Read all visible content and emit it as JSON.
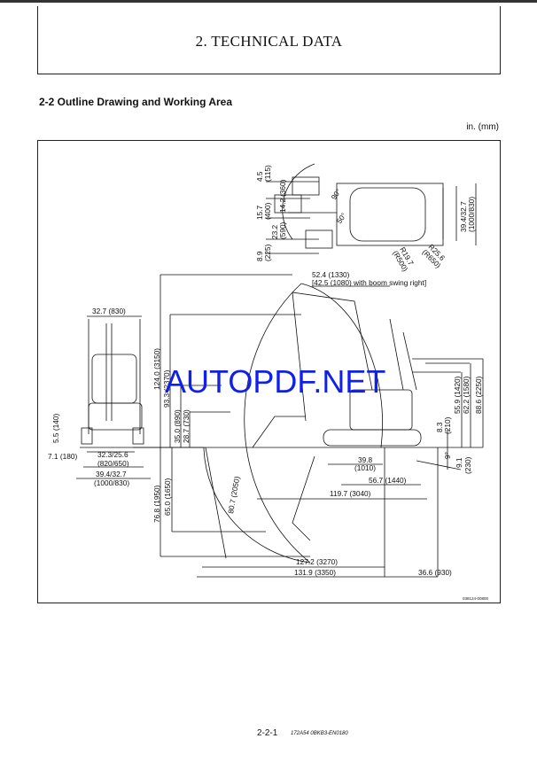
{
  "header": {
    "title": "2. TECHNICAL DATA"
  },
  "section": {
    "heading": "2-2  Outline Drawing and Working Area",
    "units": "in. (mm)"
  },
  "top_view": {
    "d1": "4.5",
    "d1_mm": "(115)",
    "d2": "15.7",
    "d2_mm": "(400)",
    "d3": "14.2",
    "d3_mm": "(360)",
    "d4": "23.2",
    "d4_mm": "(590)",
    "d5": "8.9",
    "d5_mm": "(225)",
    "width": "39.4/32.7",
    "width_mm": "(1000/830)",
    "angle1": "90°",
    "angle2": "50°",
    "r1": "R19.7",
    "r1_mm": "(R500)",
    "r2": "R25.6",
    "r2_mm": "(R650)"
  },
  "front_view": {
    "top_width": "32.7 (830)",
    "ground": "5.5 (140)",
    "blade": "7.1 (180)",
    "track": "32.3/25.6",
    "track_mm": "(820/650)",
    "overall": "39.4/32.7",
    "overall_mm": "(1000/830)"
  },
  "side_view": {
    "swing_radius": "52.4 (1330)",
    "swing_note": "[42.5 (1080) with boom swing right]",
    "max_height": "124.0 (3150)",
    "dump_height": "93.3 (2370)",
    "blade_up1": "35.0 (890)",
    "blade_up2": "28.7 (730)",
    "canopy1": "55.9 (1420)",
    "canopy2": "62.2 (1580)",
    "canopy3": "88.6 (2250)",
    "blade_lift": "8.3",
    "blade_lift_mm": "(210)",
    "blade_angle": "9°",
    "blade_drop": "9.1",
    "blade_drop_mm": "(230)",
    "track_len": "39.8",
    "track_len_mm": "(1010)",
    "crawler_len": "56.7 (1440)",
    "overall_len": "119.7 (3040)",
    "vert_wall": "80.7 (2050)",
    "max_depth": "76.8 (1950)",
    "dig_depth": "65.0 (1650)",
    "reach_ground": "127.2 (3270)",
    "max_reach": "131.9 (3350)",
    "tail": "36.6 (930)",
    "figure_code": "038124-00800"
  },
  "watermark": "AUTOPDF.NET",
  "footer": {
    "page": "2-2-1",
    "code": "172A54  0BKB3-EN0180"
  }
}
